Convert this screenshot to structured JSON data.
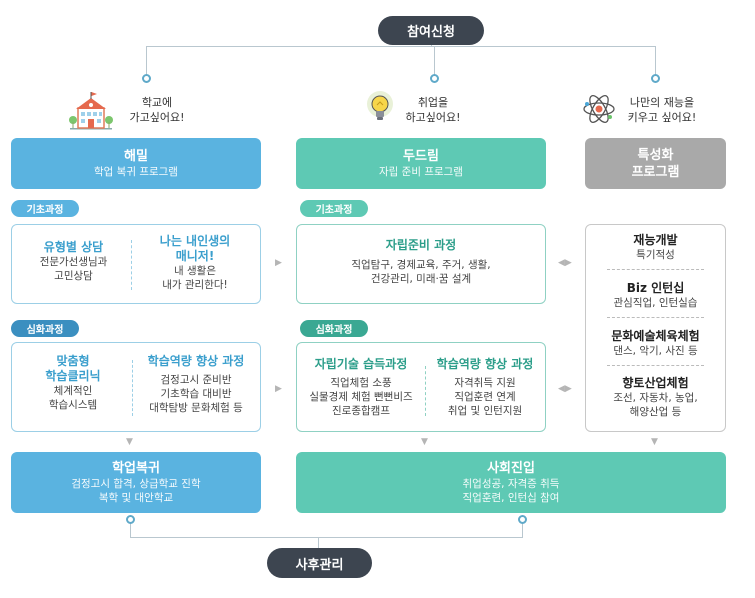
{
  "top": {
    "label": "참여신청"
  },
  "bottom": {
    "label": "사후관리"
  },
  "icons": [
    "school-icon",
    "lightbulb-icon",
    "atom-icon"
  ],
  "intents": [
    {
      "line1": "학교에",
      "line2": "가고싶어요!"
    },
    {
      "line1": "취업을",
      "line2": "하고싶어요!"
    },
    {
      "line1": "나만의 재능을",
      "line2": "키우고 싶어요!"
    }
  ],
  "programs": [
    {
      "title": "해밀",
      "subtitle": "학업 복귀 프로그램",
      "color": "#5ab3e0"
    },
    {
      "title": "두드림",
      "subtitle": "자립 준비 프로그램",
      "color": "#5ec9b4"
    },
    {
      "title": "특성화",
      "title2": "프로그램",
      "color": "#a9a9a9"
    }
  ],
  "tags": {
    "basic": "기초과정",
    "advanced": "심화과정"
  },
  "haemil": {
    "basic": [
      {
        "title": "유형별 상담",
        "desc1": "전문가선생님과",
        "desc2": "고민상담"
      },
      {
        "title1": "나는 내인생의",
        "title2": "매니저!",
        "desc1": "내 생활은",
        "desc2": "내가 관리한다!"
      }
    ],
    "advanced": [
      {
        "title1": "맞춤형",
        "title2": "학습클리닉",
        "desc1": "체계적인",
        "desc2": "학습시스템"
      },
      {
        "title": "학습역량 향상 과정",
        "desc1": "검정고시 준비반",
        "desc2": "기초학습 대비반",
        "desc3": "대학탐방 문화체험 등"
      }
    ],
    "result": {
      "title": "학업복귀",
      "desc1": "검정고시 합격, 상급학교 진학",
      "desc2": "복학 및 대안학교"
    }
  },
  "dudream": {
    "basic": {
      "title": "자립준비 과정",
      "desc1": "직업탐구, 경제교육, 주거, 생활,",
      "desc2": "건강관리, 미래·꿈 설계"
    },
    "advanced": [
      {
        "title": "자립기술 습득과정",
        "desc1": "직업체험 소풍",
        "desc2": "실물경제 체험 뻔뻔비즈",
        "desc3": "진로종합캠프"
      },
      {
        "title": "학습역량 향상 과정",
        "desc1": "자격취득 지원",
        "desc2": "직업훈련 연계",
        "desc3": "취업 및 인턴지원"
      }
    ],
    "result": {
      "title": "사회진입",
      "desc1": "취업성공, 자격증 취득",
      "desc2": "직업훈련, 인턴십 참여"
    }
  },
  "special": {
    "items": [
      {
        "title": "재능개발",
        "desc1": "특기적성"
      },
      {
        "title": "Biz 인턴십",
        "desc1": "관심직업, 인턴실습"
      },
      {
        "title": "문화예술체육체험",
        "desc1": "댄스, 악기, 사진 등"
      },
      {
        "title": "향토산업체험",
        "desc1": "조선, 자동차, 농업,",
        "desc2": "해양산업 등"
      }
    ]
  }
}
